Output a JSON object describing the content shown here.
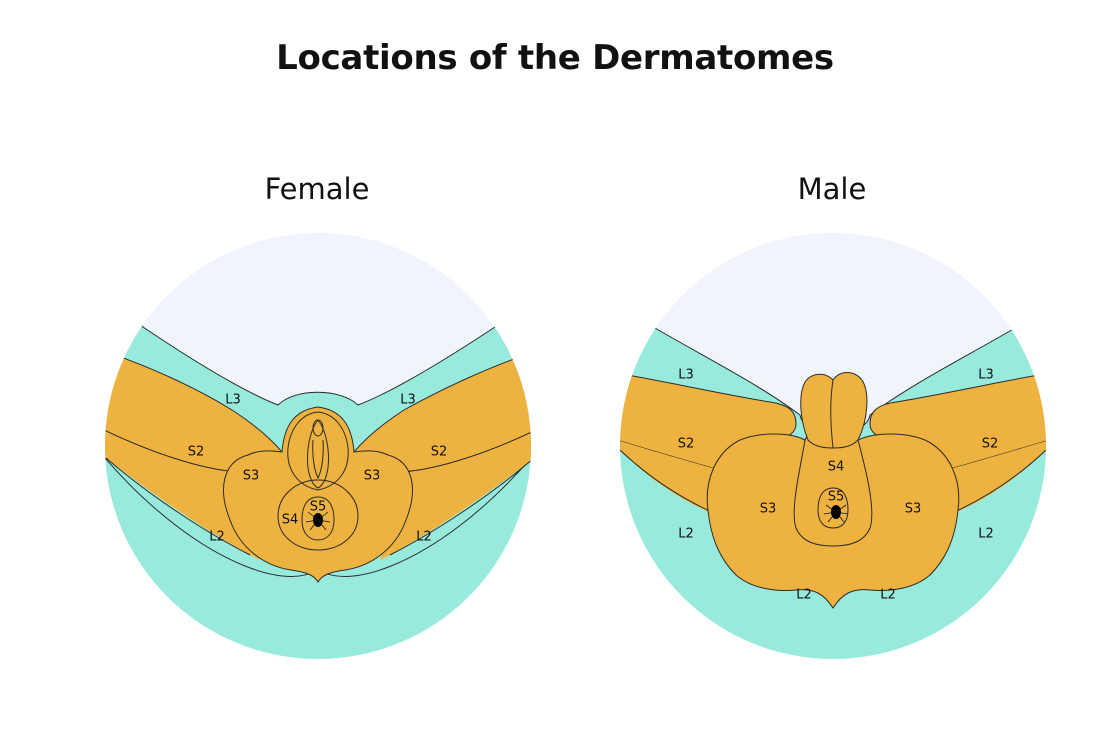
{
  "title": "Locations of the Dermatomes",
  "colors": {
    "background_circle": "#eff4fd",
    "lumbar_band": "#98ebdc",
    "sacral_region": "#eeb241",
    "outline": "#2b2b2b",
    "anus": "#000000"
  },
  "panels": [
    {
      "heading": "Female",
      "labels": {
        "l3_left": "L3",
        "l3_right": "L3",
        "s2_left": "S2",
        "s2_right": "S2",
        "s3_left": "S3",
        "s3_right": "S3",
        "s4": "S4",
        "s5": "S5",
        "l2_left": "L2",
        "l2_right": "L2"
      }
    },
    {
      "heading": "Male",
      "labels": {
        "l3_left": "L3",
        "l3_right": "L3",
        "s2_left": "S2",
        "s2_right": "S2",
        "s3_left": "S3",
        "s3_right": "S3",
        "s4": "S4",
        "s5": "S5",
        "l2_left": "L2",
        "l2_right": "L2"
      }
    }
  ]
}
